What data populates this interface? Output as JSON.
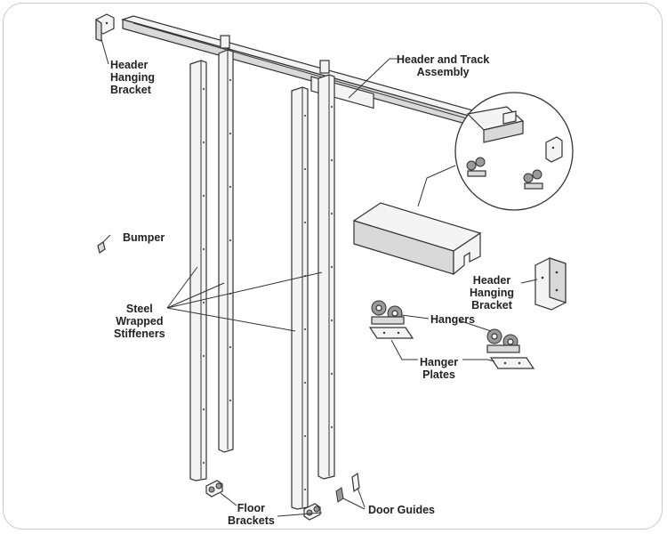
{
  "labels": {
    "header_bracket_top": [
      "Header",
      "Hanging",
      "Bracket"
    ],
    "header_track": [
      "Header and Track",
      "Assembly"
    ],
    "bumper": "Bumper",
    "stiffeners": [
      "Steel",
      "Wrapped",
      "Stiffeners"
    ],
    "header_bracket_right": [
      "Header",
      "Hanging",
      "Bracket"
    ],
    "hangers": "Hangers",
    "hanger_plates": [
      "Hanger",
      "Plates"
    ],
    "floor_brackets": [
      "Floor",
      "Brackets"
    ],
    "door_guides": "Door Guides"
  },
  "colors": {
    "stroke": "#333333",
    "fill_light": "#f4f4f4",
    "fill_mid": "#d9d9d9",
    "fill_dark": "#9a9a9a",
    "border": "#c9c9c9"
  }
}
